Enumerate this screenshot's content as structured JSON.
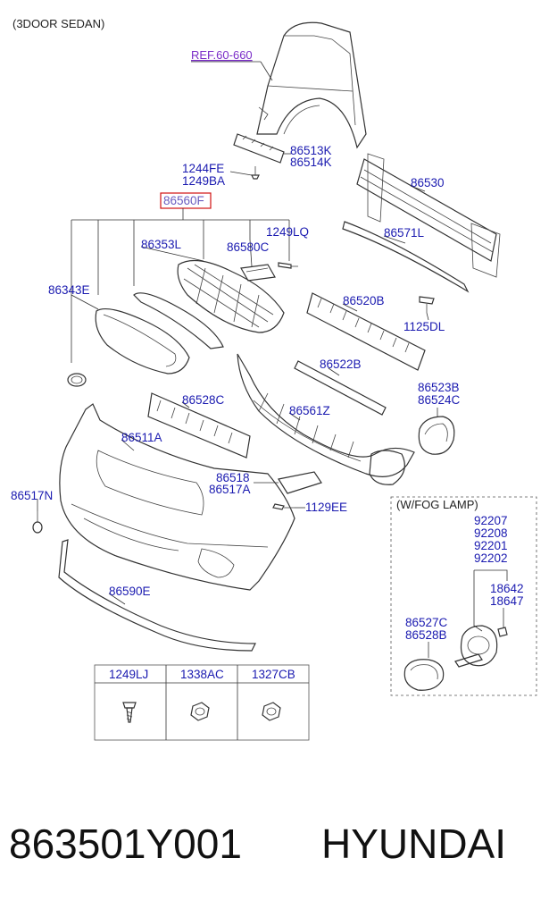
{
  "header": {
    "variant": "(3DOOR SEDAN)",
    "ref": "REF.60-660"
  },
  "callouts": {
    "c86513K": "86513K",
    "c86514K": "86514K",
    "c1244FE": "1244FE",
    "c1249BA": "1249BA",
    "c86560F": "86560F",
    "c86530": "86530",
    "c86353L": "86353L",
    "c86580C": "86580C",
    "c1249LQ": "1249LQ",
    "c86571L": "86571L",
    "c86343E": "86343E",
    "c86520B": "86520B",
    "c1125DL": "1125DL",
    "c86522B": "86522B",
    "c86528C": "86528C",
    "c86523B": "86523B",
    "c86524C": "86524C",
    "c86561Z": "86561Z",
    "c86511A": "86511A",
    "c86518": "86518",
    "c86517A": "86517A",
    "c86517N": "86517N",
    "c1129EE": "1129EE",
    "c86590E": "86590E"
  },
  "fog_box": {
    "title": "(W/FOG LAMP)",
    "codes": [
      "92207",
      "92208",
      "92201",
      "92202"
    ],
    "c18642": "18642",
    "c18647": "18647",
    "c86527C": "86527C",
    "c86528B": "86528B"
  },
  "fastener_table": {
    "headers": [
      "1249LJ",
      "1338AC",
      "1327CB"
    ]
  },
  "footer": {
    "part_number": "863501Y001",
    "brand": "HYUNDAI"
  },
  "colors": {
    "callout": "#1a1ab0",
    "highlight_box": "#d01010",
    "ref_link": "#7a2cc8"
  }
}
